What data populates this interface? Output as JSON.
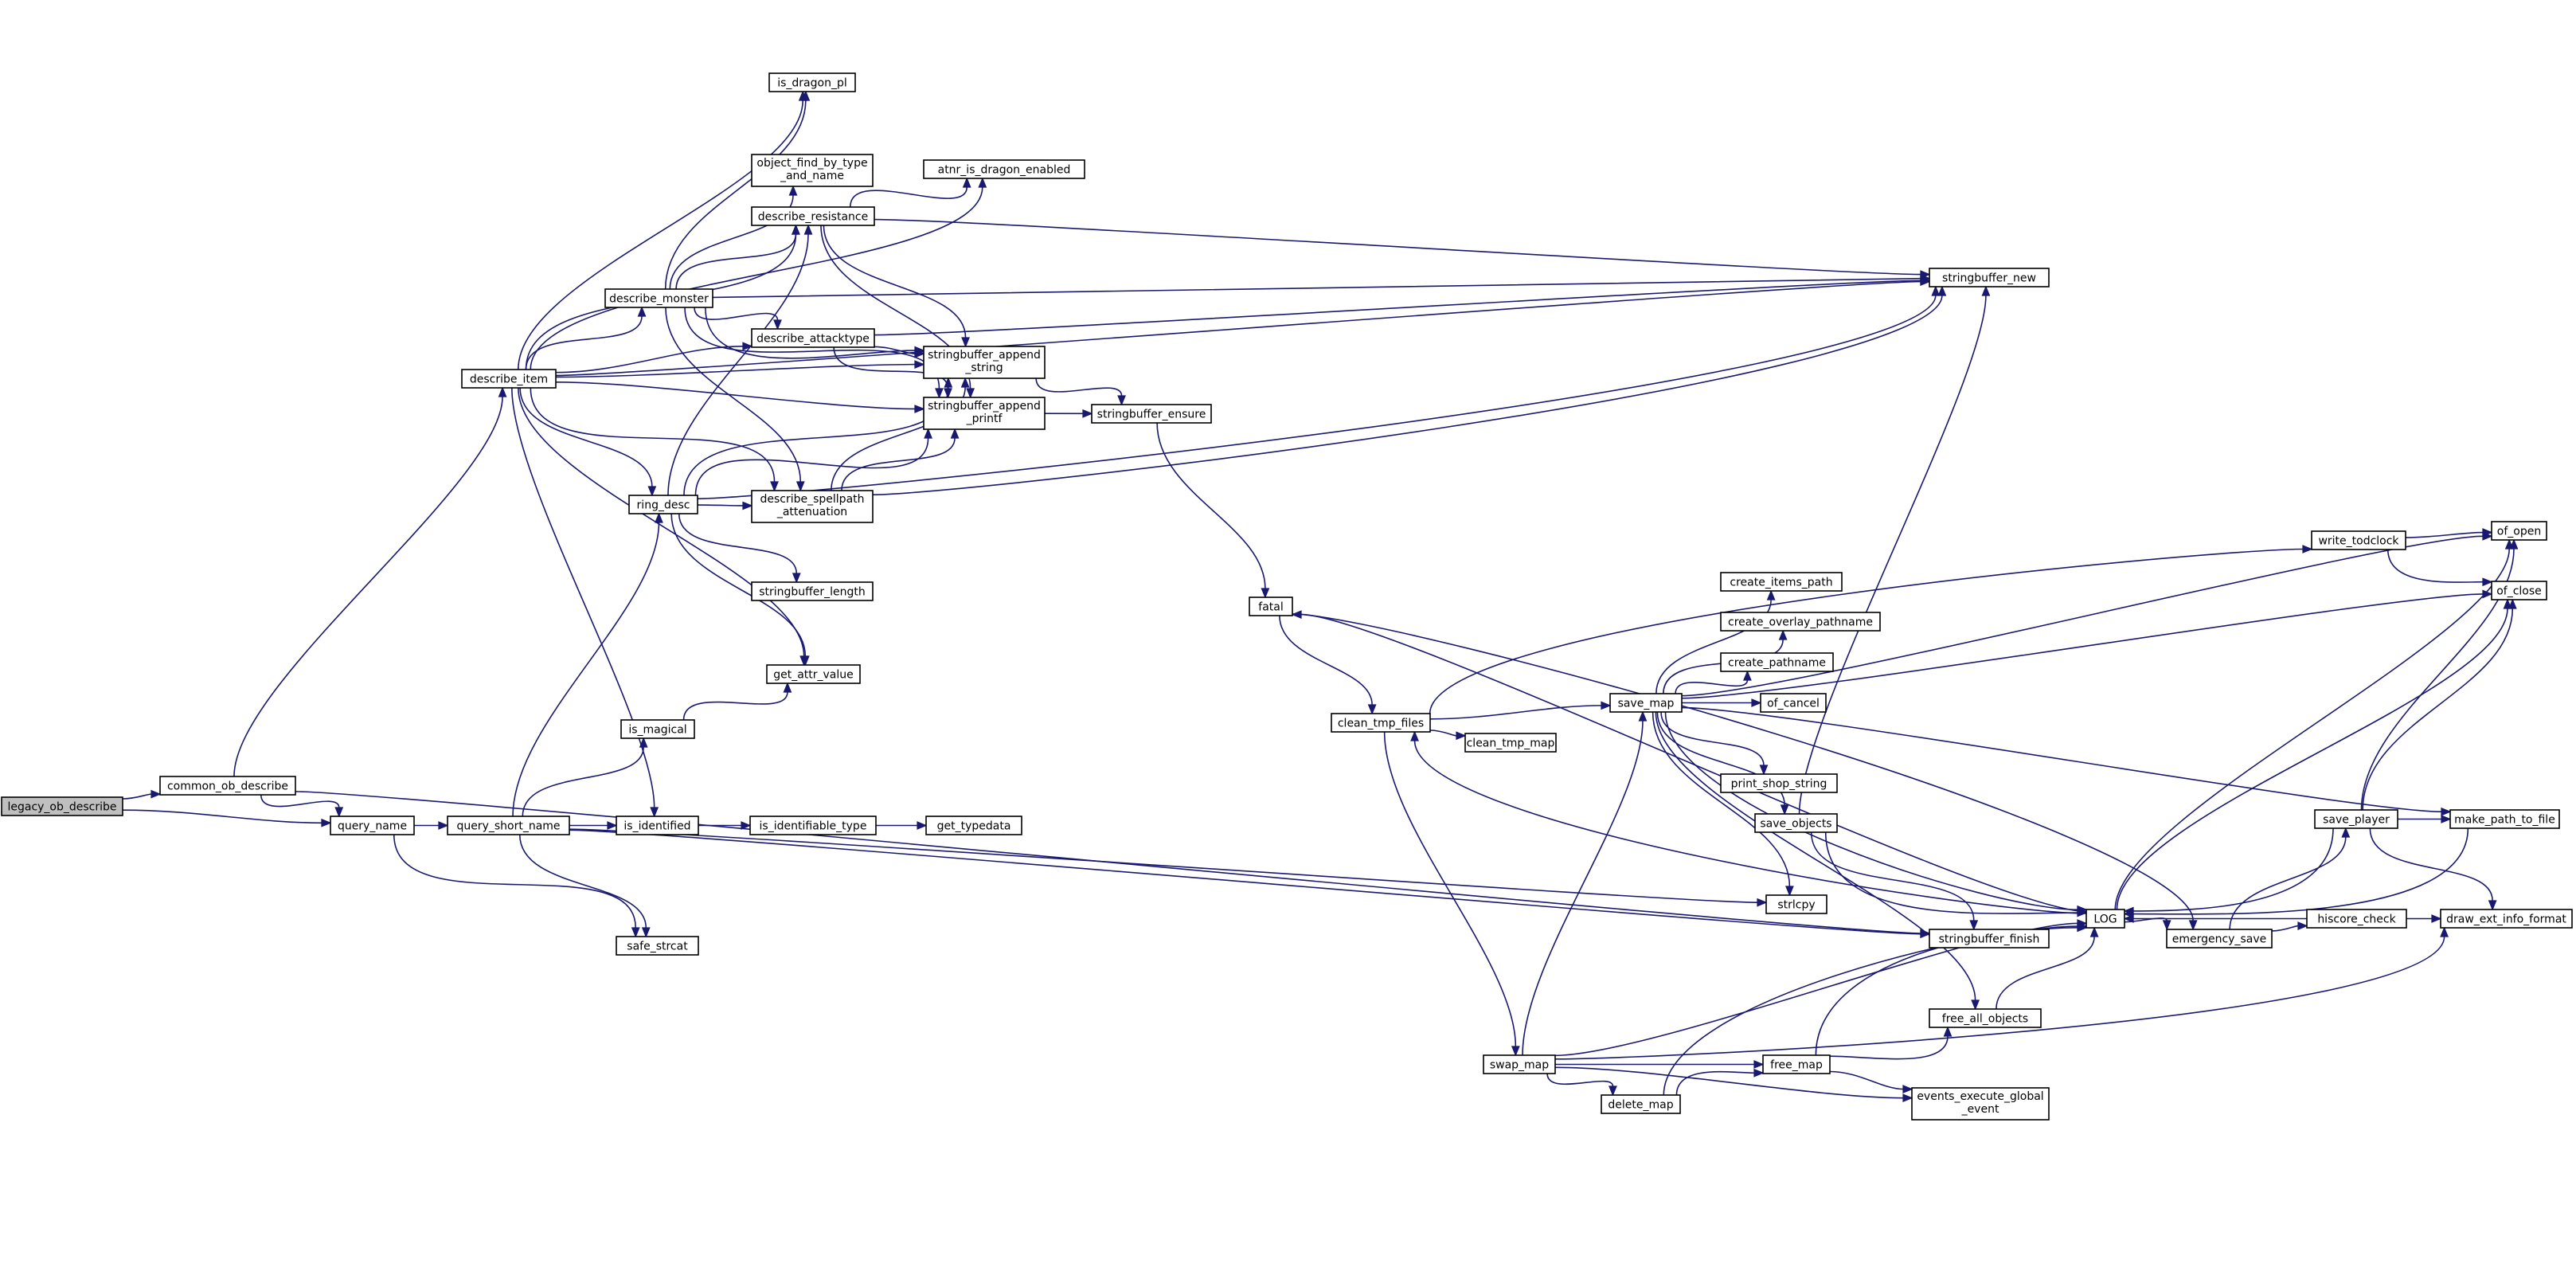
{
  "graph": {
    "nodes": [
      {
        "id": "legacy_ob_describe",
        "label": [
          "legacy_ob_describe"
        ],
        "root": true
      },
      {
        "id": "common_ob_describe",
        "label": [
          "common_ob_describe"
        ]
      },
      {
        "id": "describe_item",
        "label": [
          "describe_item"
        ]
      },
      {
        "id": "query_name",
        "label": [
          "query_name"
        ]
      },
      {
        "id": "query_short_name",
        "label": [
          "query_short_name"
        ]
      },
      {
        "id": "safe_strcat",
        "label": [
          "safe_strcat"
        ]
      },
      {
        "id": "is_dragon_pl",
        "label": [
          "is_dragon_pl"
        ]
      },
      {
        "id": "object_find_by_type",
        "label": [
          "object_find_by_type",
          "_and_name"
        ]
      },
      {
        "id": "describe_resistance",
        "label": [
          "describe_resistance"
        ]
      },
      {
        "id": "atnr_is_dragon_enabled",
        "label": [
          "atnr_is_dragon_enabled"
        ]
      },
      {
        "id": "describe_monster",
        "label": [
          "describe_monster"
        ]
      },
      {
        "id": "describe_attacktype",
        "label": [
          "describe_attacktype"
        ]
      },
      {
        "id": "sb_append_string",
        "label": [
          "stringbuffer_append",
          "_string"
        ]
      },
      {
        "id": "sb_append_printf",
        "label": [
          "stringbuffer_append",
          "_printf"
        ]
      },
      {
        "id": "sb_ensure",
        "label": [
          "stringbuffer_ensure"
        ]
      },
      {
        "id": "ring_desc",
        "label": [
          "ring_desc"
        ]
      },
      {
        "id": "describe_spellpath",
        "label": [
          "describe_spellpath",
          "_attenuation"
        ]
      },
      {
        "id": "sb_length",
        "label": [
          "stringbuffer_length"
        ]
      },
      {
        "id": "get_attr_value",
        "label": [
          "get_attr_value"
        ]
      },
      {
        "id": "is_magical",
        "label": [
          "is_magical"
        ]
      },
      {
        "id": "is_identified",
        "label": [
          "is_identified"
        ]
      },
      {
        "id": "is_identifiable_type",
        "label": [
          "is_identifiable_type"
        ]
      },
      {
        "id": "get_typedata",
        "label": [
          "get_typedata"
        ]
      },
      {
        "id": "sb_new",
        "label": [
          "stringbuffer_new"
        ]
      },
      {
        "id": "fatal",
        "label": [
          "fatal"
        ]
      },
      {
        "id": "clean_tmp_files",
        "label": [
          "clean_tmp_files"
        ]
      },
      {
        "id": "clean_tmp_map",
        "label": [
          "clean_tmp_map"
        ]
      },
      {
        "id": "save_map",
        "label": [
          "save_map"
        ]
      },
      {
        "id": "create_items_path",
        "label": [
          "create_items_path"
        ]
      },
      {
        "id": "create_overlay_pathname",
        "label": [
          "create_overlay_pathname"
        ]
      },
      {
        "id": "create_pathname",
        "label": [
          "create_pathname"
        ]
      },
      {
        "id": "of_cancel",
        "label": [
          "of_cancel"
        ]
      },
      {
        "id": "print_shop_string",
        "label": [
          "print_shop_string"
        ]
      },
      {
        "id": "save_objects",
        "label": [
          "save_objects"
        ],
        "red": true
      },
      {
        "id": "strlcpy",
        "label": [
          "strlcpy"
        ]
      },
      {
        "id": "sb_finish",
        "label": [
          "stringbuffer_finish"
        ]
      },
      {
        "id": "swap_map",
        "label": [
          "swap_map"
        ],
        "red": true
      },
      {
        "id": "delete_map",
        "label": [
          "delete_map"
        ]
      },
      {
        "id": "free_map",
        "label": [
          "free_map"
        ],
        "red": true
      },
      {
        "id": "free_all_objects",
        "label": [
          "free_all_objects"
        ],
        "red": true
      },
      {
        "id": "events_execute",
        "label": [
          "events_execute_global",
          "_event"
        ]
      },
      {
        "id": "LOG",
        "label": [
          "LOG"
        ]
      },
      {
        "id": "emergency_save",
        "label": [
          "emergency_save"
        ]
      },
      {
        "id": "write_todclock",
        "label": [
          "write_todclock"
        ]
      },
      {
        "id": "of_open",
        "label": [
          "of_open"
        ]
      },
      {
        "id": "of_close",
        "label": [
          "of_close"
        ]
      },
      {
        "id": "save_player",
        "label": [
          "save_player"
        ],
        "red": true
      },
      {
        "id": "make_path_to_file",
        "label": [
          "make_path_to_file"
        ]
      },
      {
        "id": "hiscore_check",
        "label": [
          "hiscore_check"
        ],
        "red": true
      },
      {
        "id": "draw_ext_info_format",
        "label": [
          "draw_ext_info_format"
        ]
      }
    ]
  }
}
